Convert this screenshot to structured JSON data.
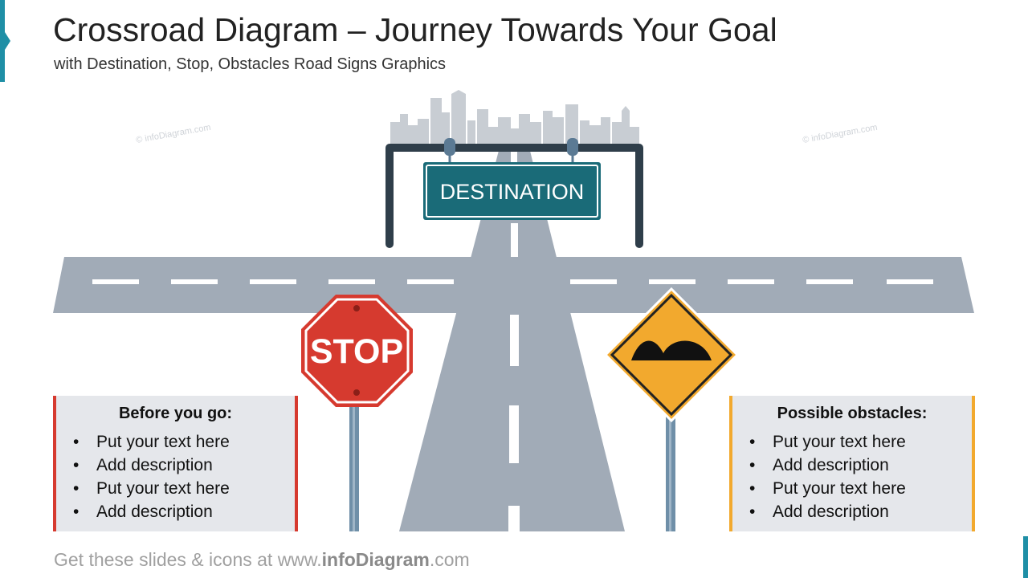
{
  "header": {
    "title": "Crossroad Diagram – Journey Towards Your Goal",
    "subtitle": "with Destination, Stop, Obstacles Road Signs Graphics"
  },
  "signs": {
    "destination": "DESTINATION",
    "stop": "STOP"
  },
  "watermark": "© infoDiagram.com",
  "panels": {
    "left": {
      "title": "Before you go:",
      "items": [
        "Put your text here",
        "Add description",
        "Put your text here",
        "Add description"
      ]
    },
    "right": {
      "title": "Possible obstacles:",
      "items": [
        "Put your text here",
        "Add description",
        "Put your text here",
        "Add description"
      ]
    }
  },
  "footer": {
    "prefix": "Get these slides & icons at www.",
    "brand": "infoDiagram",
    "suffix": ".com"
  },
  "colors": {
    "road": "#a1abb7",
    "skyline": "#c8cdd3",
    "gantry": "#2f3e4a",
    "destination_sign": "#1a6b78",
    "stop_sign": "#d63a2f",
    "obstacle_sign": "#f2a92e",
    "accent": "#1f8fa6"
  }
}
